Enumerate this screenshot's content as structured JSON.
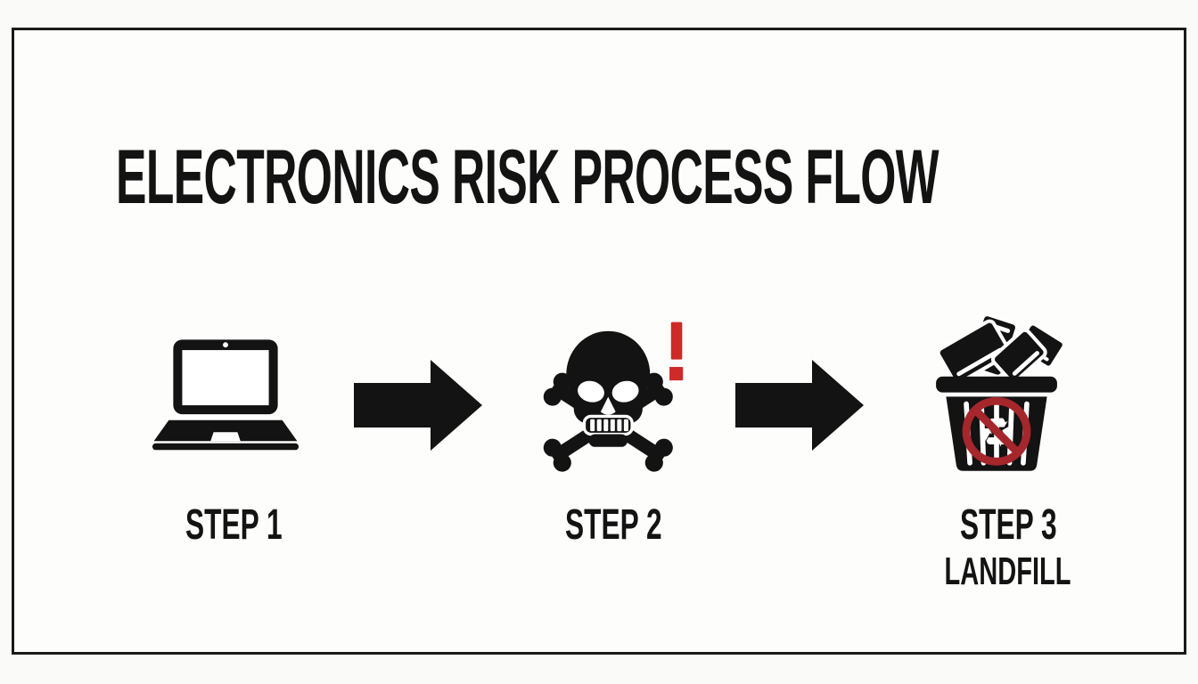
{
  "title": "ELECTRONICS RISK PROCESS FLOW",
  "colors": {
    "ink": "#131313",
    "alert_red": "#cd2a28",
    "prohibition_red": "#a5262b",
    "background": "#fafaf9",
    "frame_border": "#1a1a1a"
  },
  "steps": [
    {
      "label": "STEP 1",
      "icon": "laptop-icon"
    },
    {
      "label": "STEP 2",
      "icon": "skull-crossbones-icon"
    },
    {
      "label": "STEP 3",
      "sublabel": "LANDFILL",
      "icon": "landfill-bin-icon"
    }
  ],
  "connectors": [
    {
      "icon": "arrow-right-icon"
    },
    {
      "icon": "arrow-right-icon"
    }
  ],
  "recycling_glyph": "♻"
}
